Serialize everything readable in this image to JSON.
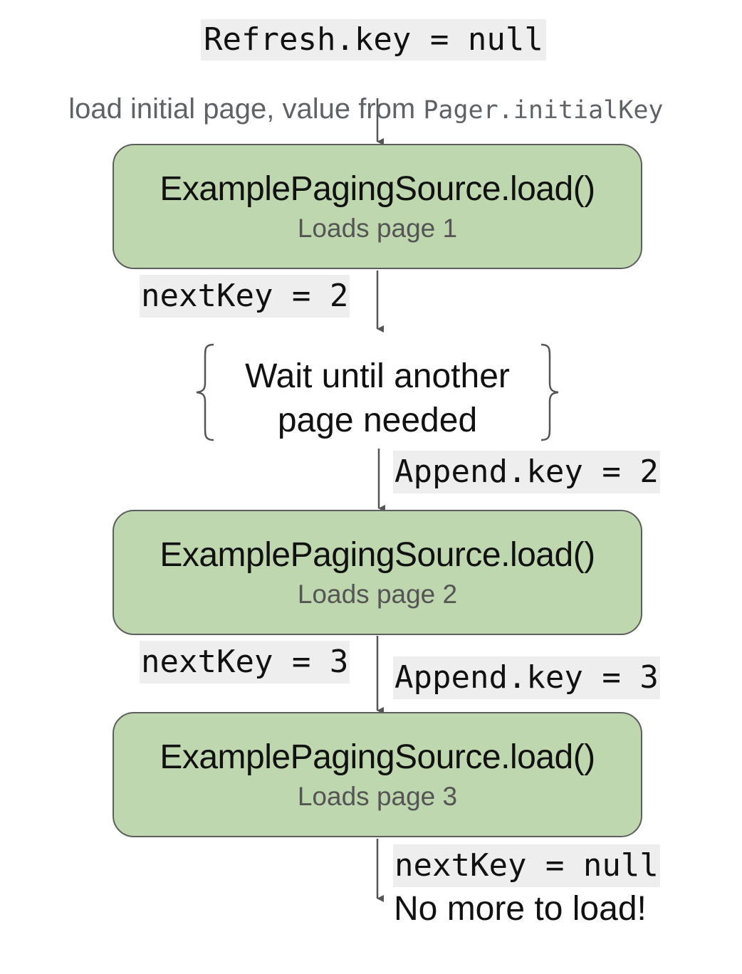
{
  "top": {
    "refresh_key": "Refresh.key = null",
    "caption_text": "load initial page, value from ",
    "caption_code": "Pager.initialKey"
  },
  "steps": [
    {
      "title": "ExamplePagingSource.load()",
      "subtitle": "Loads page 1",
      "next_key": "nextKey = 2"
    },
    {
      "title": "ExamplePagingSource.load()",
      "subtitle": "Loads page 2",
      "next_key": "nextKey = 3",
      "append_key": "Append.key = 2"
    },
    {
      "title": "ExamplePagingSource.load()",
      "subtitle": "Loads page 3",
      "next_key": "nextKey = null",
      "append_key": "Append.key = 3"
    }
  ],
  "wait": {
    "line1": "Wait until another",
    "line2": "page needed"
  },
  "end_message": "No more to load!",
  "colors": {
    "box_fill": "#bfd7ae",
    "box_border": "#5e5e5e",
    "code_background": "#eeeeee",
    "arrow": "#555555"
  }
}
